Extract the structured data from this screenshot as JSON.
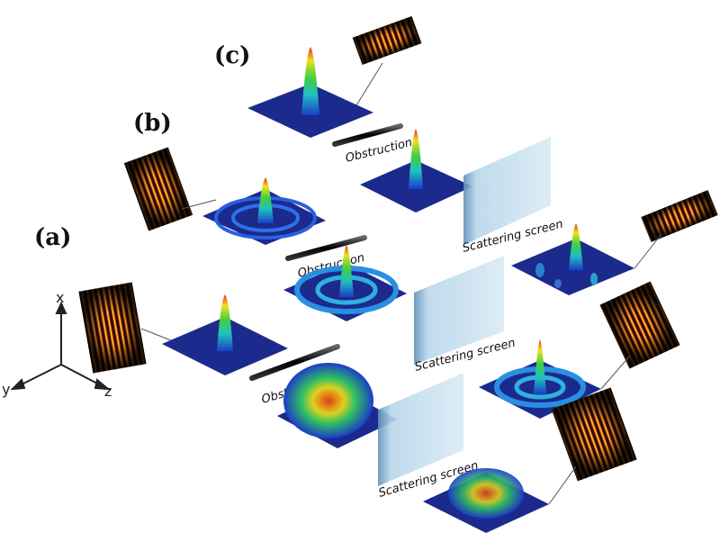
{
  "panels": {
    "a": {
      "label": "(a)",
      "obstruction": "Obstruction",
      "screen": "Scattering screen"
    },
    "b": {
      "label": "(b)",
      "obstruction": "Obstruction",
      "screen": "Scattering screen"
    },
    "c": {
      "label": "(c)",
      "obstruction": "Obstruction",
      "screen": "Scattering screen"
    }
  },
  "axes": {
    "x": "x",
    "y": "y",
    "z": "z"
  },
  "colors": {
    "plane": "#1b2a8c",
    "screen": "#bcd9ea",
    "rod": "#111111",
    "heat_bg": "#1a0500",
    "heat_hot": "#ffcc33"
  }
}
